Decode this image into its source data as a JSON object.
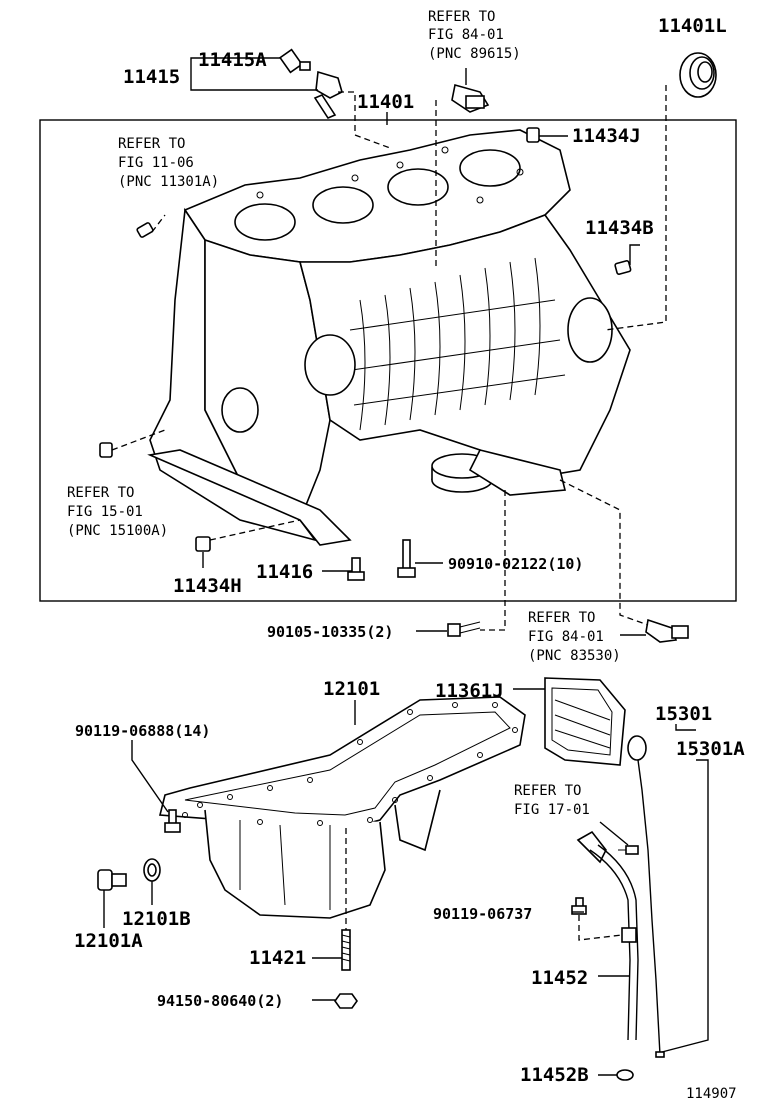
{
  "labels": {
    "p11415": "11415",
    "p11415A": "11415A",
    "p11401": "11401",
    "p11401L": "11401L",
    "p11434J": "11434J",
    "p11434B": "11434B",
    "p11434H": "11434H",
    "p11416": "11416",
    "p90910": "90910-02122(10)",
    "p90105": "90105-10335(2)",
    "p12101": "12101",
    "p11361J": "11361J",
    "p90119_06888": "90119-06888(14)",
    "p15301": "15301",
    "p15301A": "15301A",
    "p12101B": "12101B",
    "p12101A": "12101A",
    "p90119_06737": "90119-06737",
    "p11421": "11421",
    "p11452": "11452",
    "p94150": "94150-80640(2)",
    "p11452B": "11452B",
    "figure_no": "114907"
  },
  "refs": {
    "r1": {
      "l1": "REFER TO",
      "l2": "FIG 84-01",
      "l3": "(PNC 89615)"
    },
    "r2": {
      "l1": "REFER TO",
      "l2": "FIG 11-06",
      "l3": "(PNC 11301A)"
    },
    "r3": {
      "l1": "REFER TO",
      "l2": "FIG 15-01",
      "l3": "(PNC 15100A)"
    },
    "r4": {
      "l1": "REFER TO",
      "l2": "FIG 84-01",
      "l3": "(PNC 83530)"
    },
    "r5": {
      "l1": "REFER TO",
      "l2": "FIG 17-01"
    }
  }
}
